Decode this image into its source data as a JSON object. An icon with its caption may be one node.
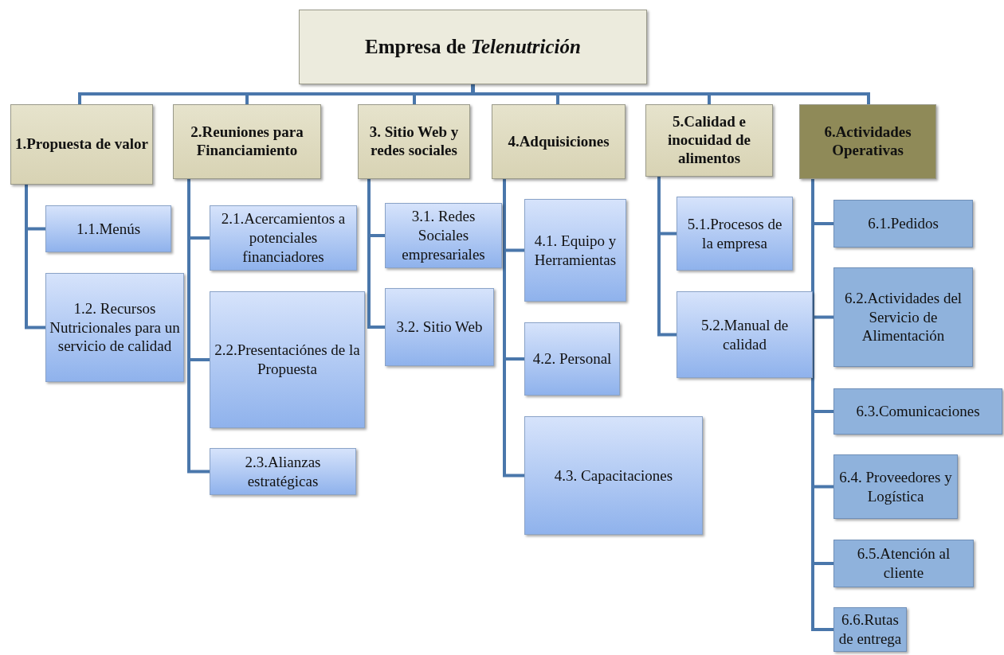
{
  "diagram": {
    "nodes": [
      {
        "text": [
          "Empresa de *Telenutrición*"
        ]
      },
      {
        "text": [
          "1.Propuesta de valor"
        ]
      },
      {
        "text": [
          "1.1.Menús"
        ]
      },
      {
        "text": [
          "1.2. Recursos Nutricionales para un servicio de calidad"
        ]
      },
      {
        "text": [
          "2.Reuniones para Financiamiento"
        ]
      },
      {
        "text": [
          "2.1.Acercamientos a potenciales financiadores"
        ]
      },
      {
        "text": [
          "2.2.Presentaciónes de la Propuesta"
        ]
      },
      {
        "text": [
          "2.3.Alianzas estratégicas"
        ]
      },
      {
        "text": [
          "3. Sitio Web y redes sociales"
        ]
      },
      {
        "text": [
          "3.1. Redes Sociales empresariales"
        ]
      },
      {
        "text": [
          "3.2. Sitio Web"
        ]
      },
      {
        "text": [
          "4.Adquisiciones"
        ]
      },
      {
        "text": [
          "4.1. Equipo y Herramientas"
        ]
      },
      {
        "text": [
          "4.2. Personal"
        ]
      },
      {
        "text": [
          "4.3. Capacitaciones"
        ]
      },
      {
        "text": [
          "5.Calidad e inocuidad de alimentos"
        ]
      },
      {
        "text": [
          "5.1.Procesos de la empresa"
        ]
      },
      {
        "text": [
          "5.2.Manual de calidad"
        ]
      },
      {
        "text": [
          "6.Actividades Operativas"
        ]
      },
      {
        "text": [
          "6.1.Pedidos"
        ]
      },
      {
        "text": [
          "6.2.Actividades del Servicio de Alimentación"
        ]
      },
      {
        "text": [
          "6.3.Comunicaciones"
        ]
      },
      {
        "text": [
          "6.4. Proveedores y Logística"
        ]
      },
      {
        "text": [
          "6.5.Atención al cliente"
        ]
      },
      {
        "text": [
          "6.6.Rutas de entrega"
        ]
      }
    ],
    "edges": [
      {
        "from": 0,
        "to": 1,
        "arrow": "none"
      },
      {
        "from": 0,
        "to": 4,
        "arrow": "none"
      },
      {
        "from": 0,
        "to": 8,
        "arrow": "none"
      },
      {
        "from": 0,
        "to": 11,
        "arrow": "none"
      },
      {
        "from": 0,
        "to": 15,
        "arrow": "none"
      },
      {
        "from": 0,
        "to": 18,
        "arrow": "none"
      },
      {
        "from": 1,
        "to": 2,
        "arrow": "none"
      },
      {
        "from": 1,
        "to": 3,
        "arrow": "none"
      },
      {
        "from": 4,
        "to": 5,
        "arrow": "none"
      },
      {
        "from": 4,
        "to": 6,
        "arrow": "none"
      },
      {
        "from": 4,
        "to": 7,
        "arrow": "none"
      },
      {
        "from": 8,
        "to": 9,
        "arrow": "none"
      },
      {
        "from": 8,
        "to": 10,
        "arrow": "none"
      },
      {
        "from": 11,
        "to": 12,
        "arrow": "none"
      },
      {
        "from": 11,
        "to": 13,
        "arrow": "none"
      },
      {
        "from": 11,
        "to": 14,
        "arrow": "none"
      },
      {
        "from": 15,
        "to": 16,
        "arrow": "none"
      },
      {
        "from": 15,
        "to": 17,
        "arrow": "none"
      },
      {
        "from": 18,
        "to": 19,
        "arrow": "none"
      },
      {
        "from": 18,
        "to": 20,
        "arrow": "none"
      },
      {
        "from": 18,
        "to": 21,
        "arrow": "none"
      },
      {
        "from": 18,
        "to": 22,
        "arrow": "none"
      },
      {
        "from": 18,
        "to": 23,
        "arrow": "none"
      },
      {
        "from": 18,
        "to": 24,
        "arrow": "none"
      }
    ]
  }
}
